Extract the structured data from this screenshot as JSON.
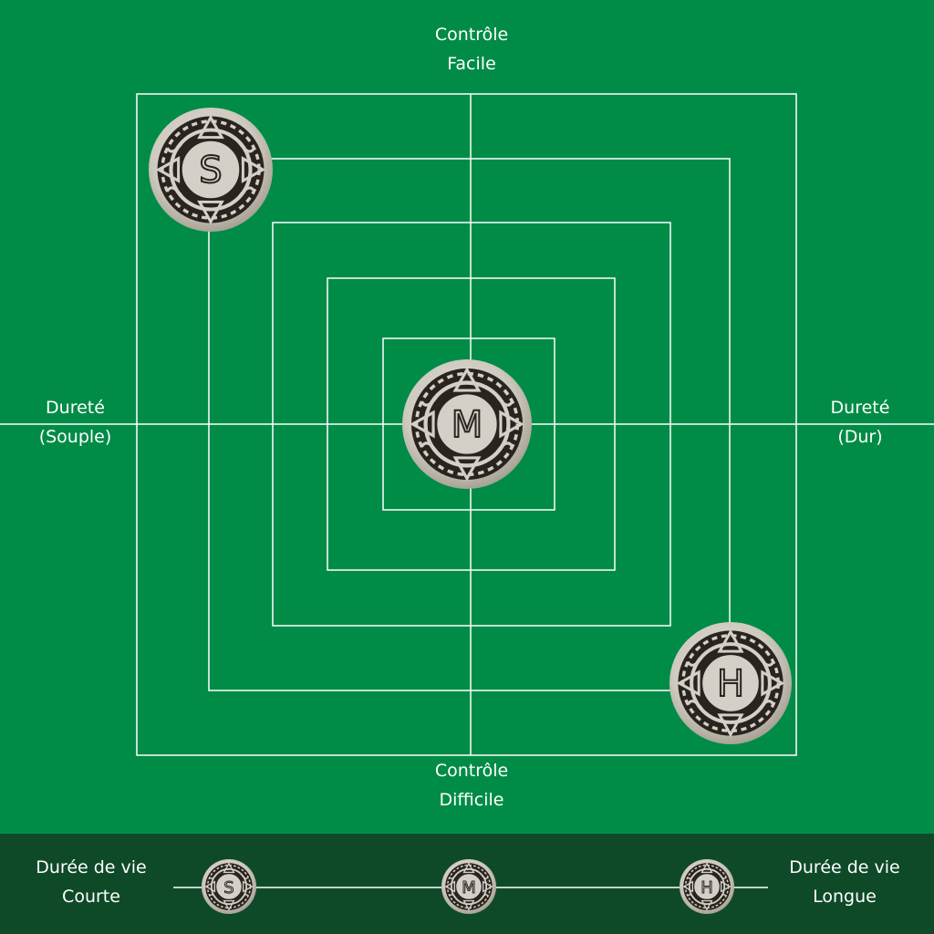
{
  "axes": {
    "top": {
      "line1": "Contrôle",
      "line2": "Facile"
    },
    "bottom": {
      "line1": "Contrôle",
      "line2": "Difficile"
    },
    "left": {
      "line1": "Dureté",
      "line2": "(Souple)"
    },
    "right": {
      "line1": "Dureté",
      "line2": "(Dur)"
    }
  },
  "pucks": [
    {
      "letter": "S"
    },
    {
      "letter": "M"
    },
    {
      "letter": "H"
    }
  ],
  "lifespan": {
    "left": {
      "line1": "Durée de vie",
      "line2": "Courte"
    },
    "right": {
      "line1": "Durée de vie",
      "line2": "Longue"
    },
    "pucks": [
      "S",
      "M",
      "H"
    ]
  },
  "colors": {
    "background": "#008c46",
    "bar": "#0e4a28",
    "lines": "#ffffff",
    "puck_face": "#d4d0c8",
    "puck_engrave": "#2a241e"
  }
}
